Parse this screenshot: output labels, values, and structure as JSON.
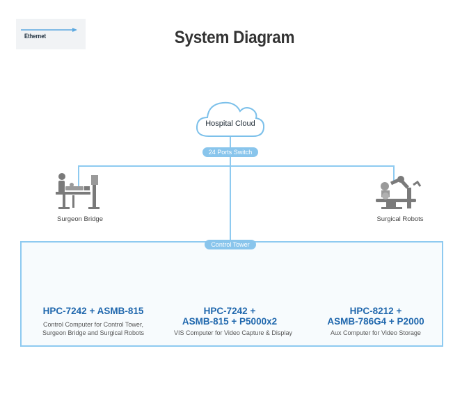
{
  "legend": {
    "label": "Ethernet",
    "line_color": "#5aa8e0"
  },
  "title": "System Diagram",
  "cloud": {
    "label": "Hospital Cloud"
  },
  "switch": {
    "label": "24 Ports Switch"
  },
  "nodes": {
    "left": {
      "label": "Surgeon Bridge",
      "icon": "surgeon-workstation-icon"
    },
    "right": {
      "label": "Surgical Robots",
      "icon": "surgical-robot-icon"
    }
  },
  "tower": {
    "label": "Control Tower",
    "computers": [
      {
        "title": "HPC-7242 + ASMB-815",
        "desc_line1": "Control Computer for Control Tower,",
        "desc_line2": "Surgeon Bridge and Surgical Robots"
      },
      {
        "title_line1": "HPC-7242 +",
        "title_line2": "ASMB-815 + P5000x2",
        "desc": "VIS Computer for Video Capture & Display"
      },
      {
        "title_line1": "HPC-8212 +",
        "title_line2": "ASMB-786G4 + P2000",
        "desc": "Aux Computer for Video Storage"
      }
    ]
  },
  "colors": {
    "line": "#8ecaf0",
    "title_blue": "#1f67ad"
  }
}
